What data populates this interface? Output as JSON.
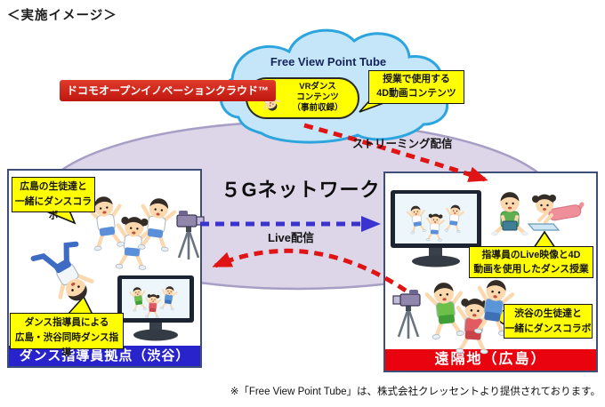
{
  "title": "＜実施イメージ＞",
  "cloud": {
    "service_name": "Free View Point Tube",
    "provider_label": "ドコモオープンイノベーションクラウド™",
    "content_pill": {
      "line1": "VRダンス",
      "line2": "コンテンツ",
      "line3": "（事前収録）"
    },
    "callout": {
      "line1": "授業で使用する",
      "line2": "4D動画コンテンツ"
    }
  },
  "network": {
    "label": "５Gネットワーク",
    "streaming_label": "ストリーミング配信",
    "live_label": "Live配信"
  },
  "left_site": {
    "banner": "ダンス指導員拠点（渋谷）",
    "bubble_top": {
      "line1": "広島の生徒達と",
      "line2": "一緒にダンスコラボ"
    },
    "bubble_bottom": {
      "line1": "ダンス指導員による",
      "line2": "広島・渋谷同時ダンス指導"
    }
  },
  "right_site": {
    "banner": "遠隔地（広島）",
    "bubble_top": {
      "line1": "指導員のLive映像と4D",
      "line2": "動画を使用したダンス授業"
    },
    "bubble_bottom": {
      "line1": "渋谷の生徒達と",
      "line2": "一緒にダンスコラボ"
    }
  },
  "footnote": "※「Free View Point Tube」は、株式会社クレッセントより提供されております。",
  "colors": {
    "arrow_red": "#e01414",
    "arrow_blue": "#3a33cf",
    "banner_blue": "#2823cb",
    "banner_red": "#e8030f",
    "bubble_yellow": "#ffff00",
    "cloud_fill": "#c4e6f8",
    "cloud_border": "#2ca4de",
    "network_ellipse_fill": "#dcd6e8",
    "network_ellipse_border": "#a79ec6",
    "provider_red": "#d8271e"
  }
}
